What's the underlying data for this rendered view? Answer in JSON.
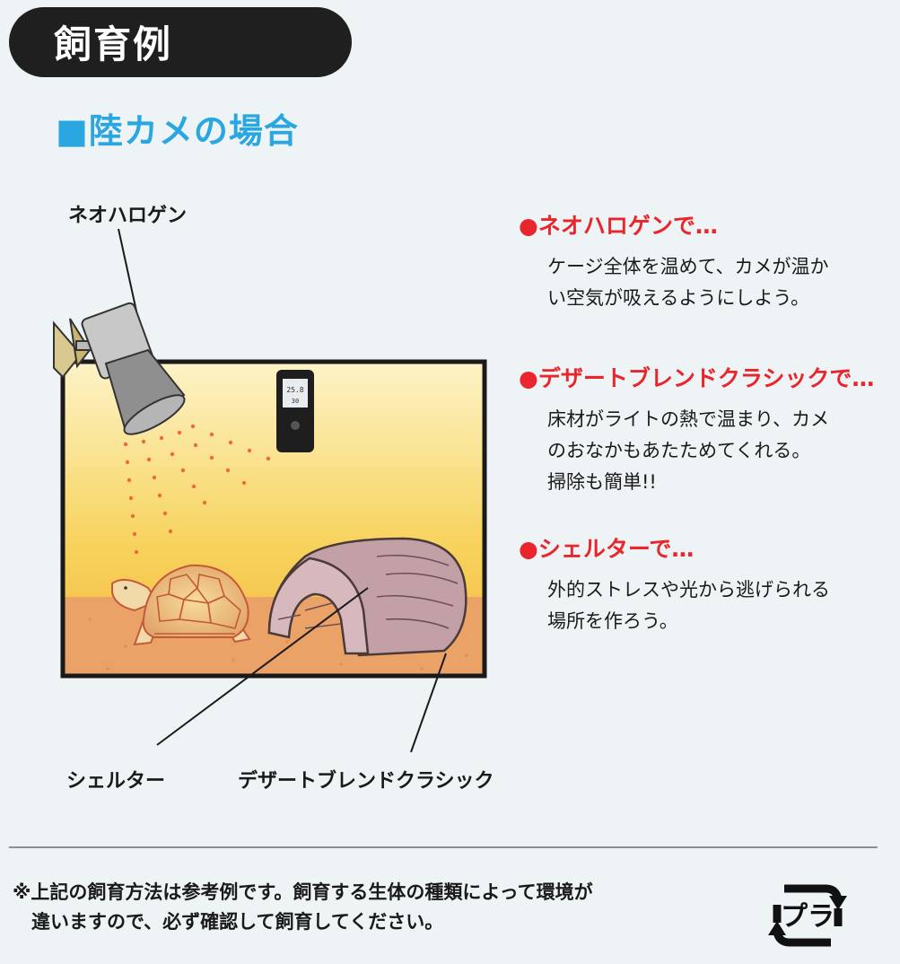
{
  "header": {
    "title": "飼育例"
  },
  "subtitle": "■陸カメの場合",
  "diagram_labels": {
    "lamp": "ネオハロゲン",
    "shelter": "シェルター",
    "substrate": "デザートブレンドクラシック"
  },
  "sections": [
    {
      "heading": "●ネオハロゲンで…",
      "body": "ケージ全体を温めて、カメが温か\nい空気が吸えるようにしよう。"
    },
    {
      "heading": "●デザートブレンドクラシックで…",
      "body": "床材がライトの熱で温まり、カメ\nのおなかもあたためてくれる。\n掃除も簡単!!"
    },
    {
      "heading": "●シェルターで…",
      "body": "外的ストレスや光から逃げられる\n場所を作ろう。"
    }
  ],
  "footnote": "※上記の飼育方法は参考例です。飼育する生体の種類によって環境が\n　違いますので、必ず確認して飼育してください。",
  "recycle_mark": {
    "label": "プラ",
    "icon": "plastic-recycle-icon"
  },
  "thermometer": {
    "line1": "25.8",
    "line2": "30"
  },
  "colors": {
    "accent_blue": "#2aa6e0",
    "accent_red": "#e8262b"
  }
}
